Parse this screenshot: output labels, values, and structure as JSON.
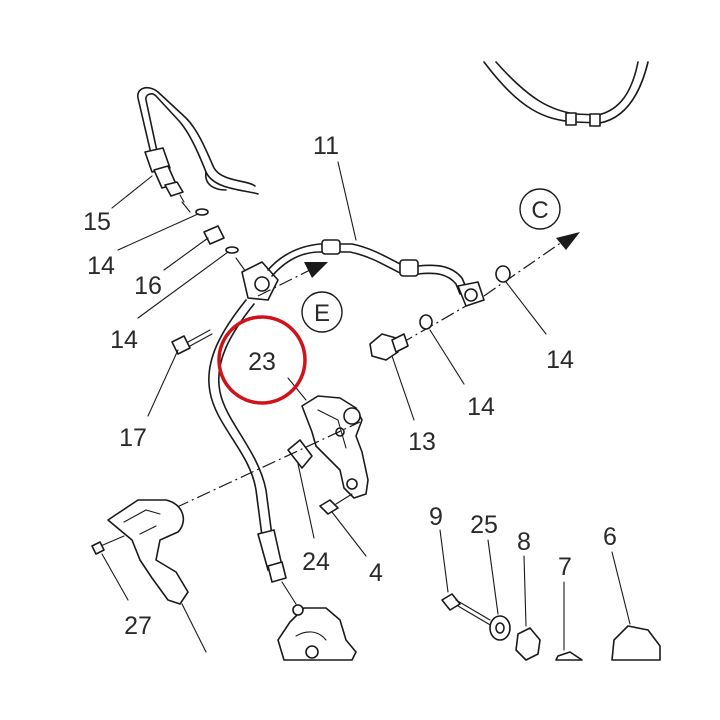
{
  "diagram": {
    "highlight_color": "#d0121b",
    "highlighted_part": "23",
    "callouts": [
      "11",
      "15",
      "14",
      "16",
      "14",
      "17",
      "13",
      "14",
      "14",
      "23",
      "24",
      "4",
      "9",
      "25",
      "8",
      "7",
      "6",
      "27"
    ],
    "view_refs": [
      "C",
      "E"
    ]
  }
}
